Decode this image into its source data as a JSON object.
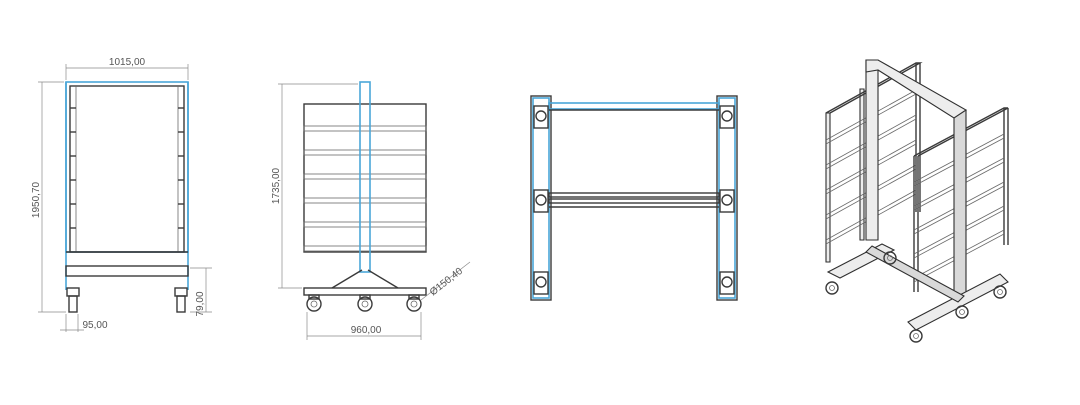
{
  "drawing": {
    "front_view": {
      "width_dim": "1015,00",
      "height_dim": "1950,70",
      "wheel_offset_dim": "95,00",
      "base_height_dim": "79,00"
    },
    "side_view": {
      "height_dim": "1735,00",
      "wheel_diameter_dim": "Ø150,40",
      "base_width_dim": "960,00"
    }
  }
}
